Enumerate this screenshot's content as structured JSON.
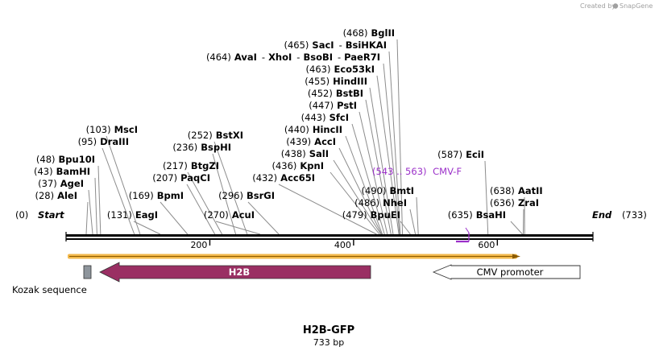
{
  "watermark": {
    "text": "Created by",
    "brand": "SnapGene"
  },
  "plasmid": {
    "name": "H2B-GFP",
    "length_label": "733 bp",
    "length": 733
  },
  "ends": {
    "start": {
      "pos": "(0)",
      "name": "Start"
    },
    "end": {
      "name": "End",
      "pos": "(733)"
    }
  },
  "ruler": {
    "ticks": [
      {
        "value": 200,
        "label": "200"
      },
      {
        "value": 400,
        "label": "400"
      },
      {
        "value": 600,
        "label": "600"
      }
    ]
  },
  "sites": [
    {
      "pos": "(28)",
      "name": "AleI",
      "bp": 28,
      "side": "left"
    },
    {
      "pos": "(37)",
      "name": "AgeI",
      "bp": 37,
      "side": "left"
    },
    {
      "pos": "(43)",
      "name": "BamHI",
      "bp": 43,
      "side": "left"
    },
    {
      "pos": "(48)",
      "name": "Bpu10I",
      "bp": 48,
      "side": "left"
    },
    {
      "pos": "(95)",
      "name": "DraIII",
      "bp": 95,
      "side": "left"
    },
    {
      "pos": "(103)",
      "name": "MscI",
      "bp": 103,
      "side": "left"
    },
    {
      "pos": "(131)",
      "name": "EagI",
      "bp": 131,
      "side": "left"
    },
    {
      "pos": "(169)",
      "name": "BpmI",
      "bp": 169,
      "side": "left"
    },
    {
      "pos": "(207)",
      "name": "PaqCI",
      "bp": 207,
      "side": "left"
    },
    {
      "pos": "(217)",
      "name": "BtgZI",
      "bp": 217,
      "side": "left"
    },
    {
      "pos": "(236)",
      "name": "BspHI",
      "bp": 236,
      "side": "left"
    },
    {
      "pos": "(252)",
      "name": "BstXI",
      "bp": 252,
      "side": "left"
    },
    {
      "pos": "(270)",
      "name": "AcuI",
      "bp": 270,
      "side": "left"
    },
    {
      "pos": "(296)",
      "name": "BsrGI",
      "bp": 296,
      "side": "left"
    },
    {
      "pos": "(432)",
      "name": "Acc65I",
      "bp": 432,
      "side": "left"
    },
    {
      "pos": "(436)",
      "name": "KpnI",
      "bp": 436,
      "side": "left"
    },
    {
      "pos": "(438)",
      "name": "SalI",
      "bp": 438,
      "side": "left"
    },
    {
      "pos": "(439)",
      "name": "AccI",
      "bp": 439,
      "side": "left"
    },
    {
      "pos": "(440)",
      "name": "HincII",
      "bp": 440,
      "side": "left"
    },
    {
      "pos": "(443)",
      "name": "SfcI",
      "bp": 443,
      "side": "left"
    },
    {
      "pos": "(447)",
      "name": "PstI",
      "bp": 447,
      "side": "left"
    },
    {
      "pos": "(452)",
      "name": "BstBI",
      "bp": 452,
      "side": "left"
    },
    {
      "pos": "(455)",
      "name": "HindIII",
      "bp": 455,
      "side": "left"
    },
    {
      "pos": "(463)",
      "name": "Eco53kI",
      "bp": 463,
      "side": "left"
    },
    {
      "pos": "(464)",
      "name": "AvaI",
      "bp": 464,
      "side": "left",
      "also": [
        "XhoI",
        "BsoBI",
        "PaeR7I"
      ]
    },
    {
      "pos": "(465)",
      "name": "SacI",
      "bp": 465,
      "side": "left",
      "also": [
        "BsiHKAI"
      ]
    },
    {
      "pos": "(468)",
      "name": "BglII",
      "bp": 468,
      "side": "left"
    },
    {
      "pos": "(479)",
      "name": "BpuEI",
      "bp": 479,
      "side": "left"
    },
    {
      "pos": "(486)",
      "name": "NheI",
      "bp": 486,
      "side": "left"
    },
    {
      "pos": "(490)",
      "name": "BmtI",
      "bp": 490,
      "side": "left"
    },
    {
      "pos": "(587)",
      "name": "EciI",
      "bp": 587,
      "side": "left"
    },
    {
      "pos": "(635)",
      "name": "BsaHI",
      "bp": 635,
      "side": "left"
    },
    {
      "pos": "(636)",
      "name": "ZraI",
      "bp": 636,
      "side": "right"
    },
    {
      "pos": "(638)",
      "name": "AatII",
      "bp": 638,
      "side": "right"
    }
  ],
  "primer": {
    "range": "(543 .. 563)",
    "name": "CMV-F",
    "color": "#9b30c9"
  },
  "features": [
    {
      "name": "Kozak sequence",
      "color": "#8e959c"
    },
    {
      "name": "H2B",
      "color": "#9a2f63",
      "text_color": "#ffffff"
    },
    {
      "name": "CMV promoter",
      "color": "#ffffff",
      "text_color": "#000000"
    }
  ],
  "colors": {
    "backbone": "#000000",
    "orf": "#f2b84b",
    "h2b": "#9a2f63",
    "primer": "#9b30c9"
  }
}
